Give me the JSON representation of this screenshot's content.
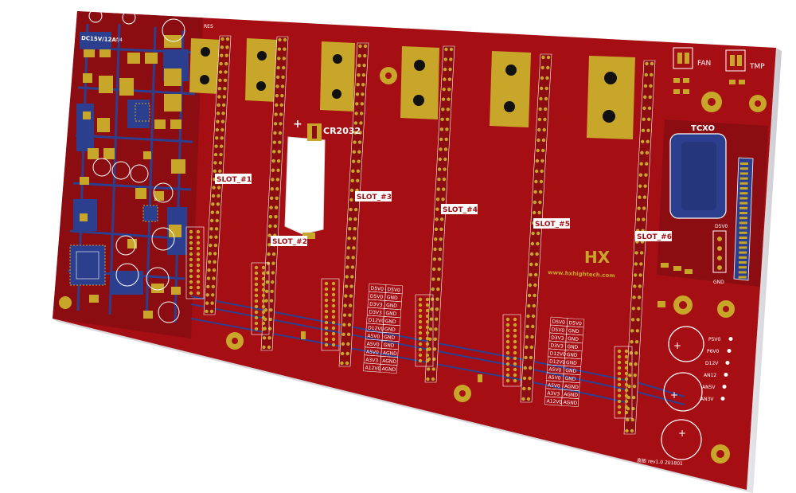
{
  "board": {
    "power_label": "DC15V/12A",
    "fuse_label": "f/4",
    "battery_label": "CR2032",
    "battery_plus": "+",
    "brand_logo": "HX",
    "website": "www.hxhightech.com",
    "oscillator_label": "TCXO",
    "fan_label": "FAN",
    "temp_label": "TMP",
    "d5v0_label": "D5V0",
    "gnd_label": "GND",
    "version_label": "底板 rev1.0 201801",
    "bus_top_label": "RES",
    "slots": [
      {
        "label": "SLOT_#1"
      },
      {
        "label": "SLOT_#2"
      },
      {
        "label": "SLOT_#3"
      },
      {
        "label": "SLOT_#4"
      },
      {
        "label": "SLOT_#5"
      },
      {
        "label": "SLOT_#6"
      }
    ],
    "pin_table_a": [
      [
        "D5V0",
        "D5V0"
      ],
      [
        "D5V0",
        "GND"
      ],
      [
        "D3V3",
        "GND"
      ],
      [
        "D3V3",
        "GND"
      ],
      [
        "D12V0",
        "GND"
      ],
      [
        "D12V0",
        "GND"
      ],
      [
        "A5V0",
        "GND"
      ],
      [
        "A5V0",
        "GND"
      ],
      [
        "A5V0",
        "AGND"
      ],
      [
        "A3V3",
        "AGND"
      ],
      [
        "A12V0",
        "AGND"
      ]
    ],
    "pin_table_b": [
      [
        "D5V0",
        "D5V0"
      ],
      [
        "D5V0",
        "GND"
      ],
      [
        "D3V3",
        "GND"
      ],
      [
        "D3V3",
        "GND"
      ],
      [
        "D12V0",
        "GND"
      ],
      [
        "D12V0",
        "GND"
      ],
      [
        "A5V0",
        "GND"
      ],
      [
        "A5V0",
        "GND"
      ],
      [
        "A5V0",
        "AGND"
      ],
      [
        "A3V3",
        "AGND"
      ],
      [
        "A12V0",
        "AGND"
      ]
    ],
    "power_rails": [
      "P5V0",
      "P6V0",
      "D12V",
      "AN12",
      "AN5V",
      "AN3V"
    ]
  },
  "colors": {
    "copper": "#a50f14",
    "copper_dark": "#7f0b0f",
    "pad": "#c8a62a",
    "trace_blue": "#2c3f8e",
    "silk": "#ffffff"
  }
}
